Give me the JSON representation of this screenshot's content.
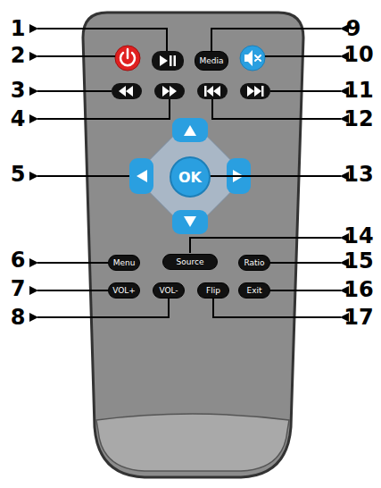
{
  "diagram": {
    "nodes": [
      {
        "text": [
          "Media"
        ]
      },
      {
        "text": [
          "OK"
        ]
      },
      {
        "text": [
          "Source"
        ]
      },
      {
        "text": [
          "Menu"
        ]
      },
      {
        "text": [
          "Ratio"
        ]
      },
      {
        "text": [
          "VOL+"
        ]
      },
      {
        "text": [
          "VOL-"
        ]
      },
      {
        "text": [
          "Flip"
        ]
      },
      {
        "text": [
          "Exit"
        ]
      }
    ],
    "labels": [
      "1",
      "2",
      "3",
      "4",
      "5",
      "6",
      "7",
      "8",
      "9",
      "10",
      "11",
      "12",
      "13",
      "14",
      "15",
      "16",
      "17"
    ]
  }
}
